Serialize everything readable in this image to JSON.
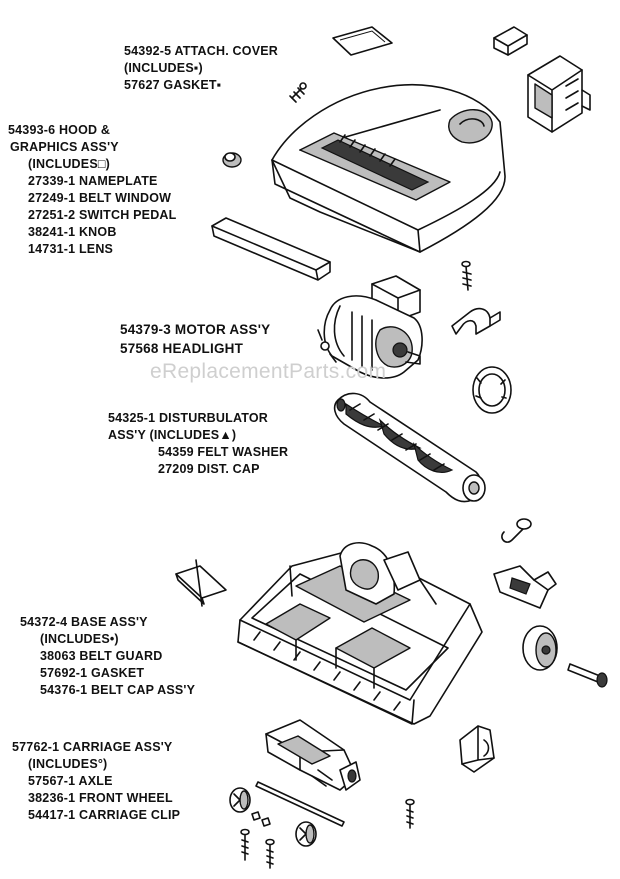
{
  "watermark": "eReplacementParts.com",
  "groups": [
    {
      "lines": [
        "54392-5 ATTACH. COVER",
        "(INCLUDES▪)",
        "57627 GASKET▪"
      ]
    },
    {
      "lines": [
        "54393-6 HOOD &",
        "GRAPHICS ASS'Y",
        "(INCLUDES□)",
        "27339-1 NAMEPLATE",
        "27249-1 BELT WINDOW",
        "27251-2 SWITCH PEDAL",
        "38241-1 KNOB",
        "14731-1 LENS"
      ]
    },
    {
      "lines": [
        "54379-3 MOTOR ASS'Y",
        "57568 HEADLIGHT"
      ]
    },
    {
      "lines": [
        "54325-1 DISTURBULATOR",
        "ASS'Y (INCLUDES▲)",
        "54359 FELT WASHER",
        "27209 DIST. CAP"
      ]
    },
    {
      "lines": [
        "54372-4 BASE ASS'Y",
        "(INCLUDES•)",
        "38063 BELT GUARD",
        "57692-1 GASKET",
        "54376-1 BELT CAP ASS'Y"
      ]
    },
    {
      "lines": [
        "57762-1 CARRIAGE ASS'Y",
        "(INCLUDES°)",
        "57567-1 AXLE",
        "38236-1 FRONT WHEEL",
        "54417-1 CARRIAGE CLIP"
      ]
    }
  ]
}
